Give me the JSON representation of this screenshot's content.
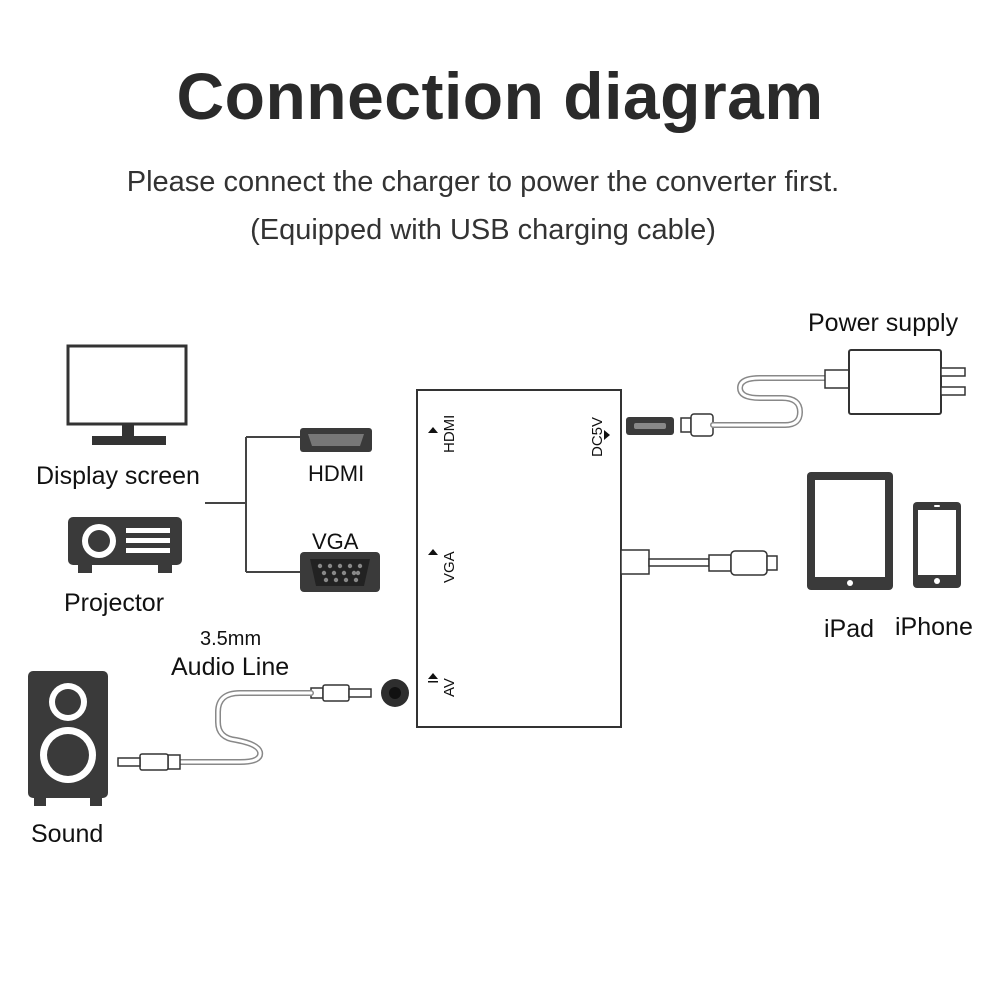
{
  "header": {
    "title": "Connection diagram",
    "subtitle_line1": "Please connect the charger to power the converter first.",
    "subtitle_line2": "(Equipped with USB charging cable)"
  },
  "devices": {
    "display_screen": "Display screen",
    "projector": "Projector",
    "sound": "Sound",
    "power_supply": "Power supply",
    "ipad": "iPad",
    "iphone": "iPhone"
  },
  "connectors": {
    "hdmi": "HDMI",
    "vga": "VGA",
    "audio_size": "3.5mm",
    "audio_line": "Audio Line"
  },
  "adapter_ports": {
    "hdmi": "HDMI",
    "vga": "VGA",
    "av": "AV",
    "dc5v": "DC5V"
  },
  "colors": {
    "stroke": "#333333",
    "dark": "#3a3a3a",
    "cable": "#bbbbbb"
  }
}
